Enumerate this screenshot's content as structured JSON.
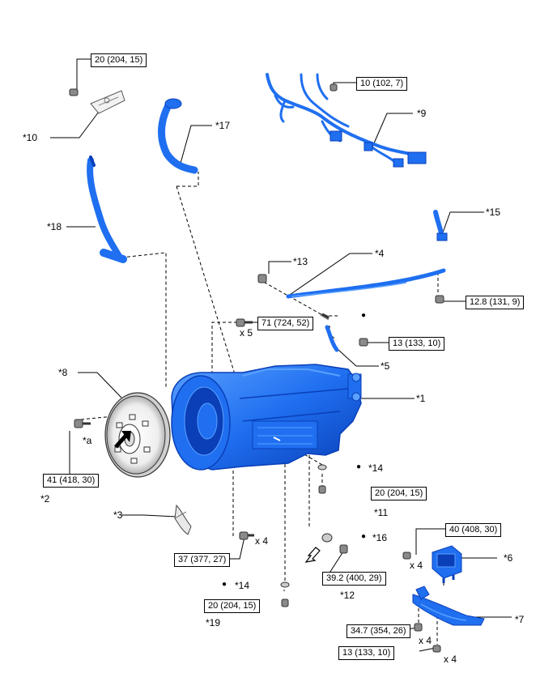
{
  "colors": {
    "part_fill": "#1f6ff0",
    "part_dark": "#0a3fb8",
    "part_light": "#5aa0ff",
    "line": "#000000",
    "bolt": "#777777"
  },
  "callouts": {
    "c1": "*1",
    "c2": "*2",
    "c3": "*3",
    "c4": "*4",
    "c5": "*5",
    "c6": "*6",
    "c7": "*7",
    "c8": "*8",
    "c9": "*9",
    "c10": "*10",
    "c11": "*11",
    "c12": "*12",
    "c13": "*13",
    "c14a": "*14",
    "c14b": "*14",
    "c15": "*15",
    "c16": "*16",
    "c17": "*17",
    "c18": "*18",
    "c19": "*19",
    "ca": "*a"
  },
  "torques": {
    "t_10": "20 (204, 15)",
    "t_9": "10 (102, 7)",
    "t_5": "13 (133, 10)",
    "t_15": "12.8 (131, 9)",
    "t_bell": "71 (724, 52)",
    "t_8": "41 (418, 30)",
    "t_11": "20 (204, 15)",
    "t_6": "40 (408, 30)",
    "t_12": "39.2 (400, 29)",
    "t_37": "37 (377, 27)",
    "t_19": "20 (204, 15)",
    "t_7a": "34.7 (354, 26)",
    "t_7b": "13 (133, 10)"
  },
  "quantities": {
    "q_bell": "x 5",
    "q_37": "x 4",
    "q_6": "x 4",
    "q_7a": "x 4",
    "q_7b": "x 4"
  },
  "markers": {
    "m4": "●",
    "m14a": "●",
    "m16": "●",
    "m14b": "●"
  }
}
